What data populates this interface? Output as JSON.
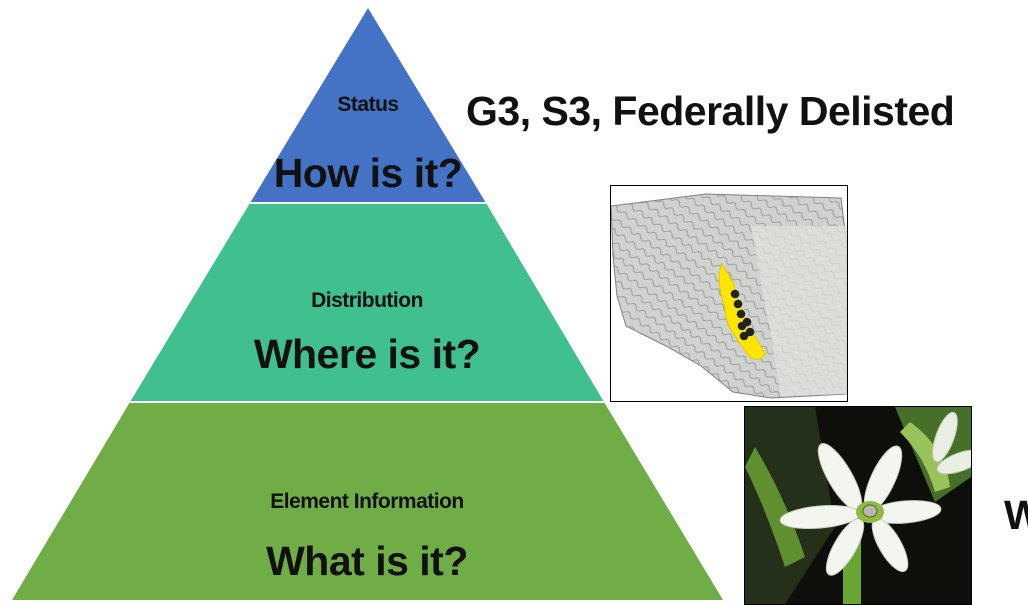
{
  "pyramid": {
    "tiers": [
      {
        "label": "Status",
        "question": "How is it?",
        "color": "#4472c4"
      },
      {
        "label": "Distribution",
        "question": "Where is it?",
        "color": "#40bf8f"
      },
      {
        "label": "Element Information",
        "question": "What is it?",
        "color": "#70ad47"
      }
    ]
  },
  "status_text": "G3, S3, Federally Delisted",
  "partial_text": "W",
  "colors": {
    "range_highlight": "#ffe600",
    "occurrence_dot": "#222222",
    "terrain": "#c9ccc8",
    "petal": "#f3f6ef",
    "leaf": "#6aa533"
  }
}
